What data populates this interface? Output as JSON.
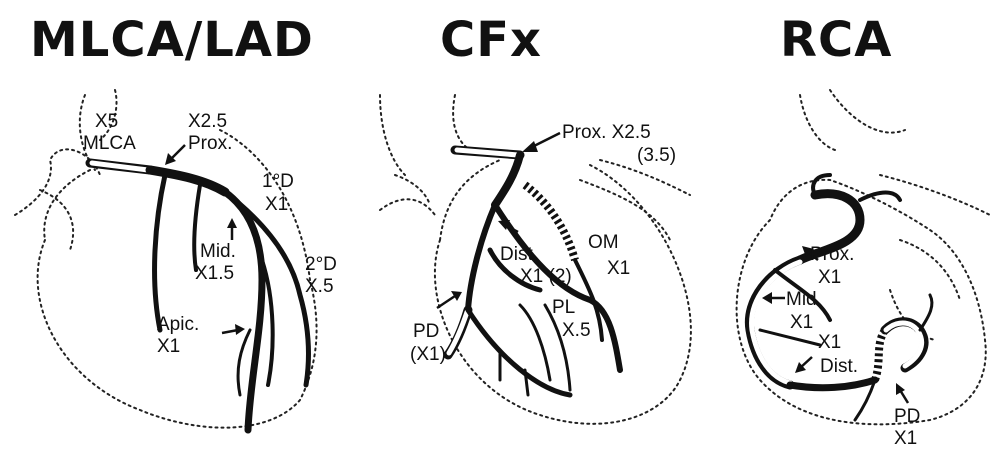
{
  "panels": [
    {
      "title": "MLCA/LAD",
      "labels": {
        "mlca_mult": "X5",
        "mlca": "MLCA",
        "prox_mult": "X2.5",
        "prox": "Prox.",
        "d1": "1°D",
        "d1_mult": "X1",
        "mid": "Mid.",
        "mid_mult": "X1.5",
        "d2": "2°D",
        "d2_mult": "X.5",
        "apic": "Apic.",
        "apic_mult": "X1"
      }
    },
    {
      "title": "CFx",
      "labels": {
        "prox": "Prox. X2.5",
        "prox_alt": "(3.5)",
        "dist": "Dist.",
        "dist_mult": "X1 (2)",
        "om": "OM",
        "om_mult": "X1",
        "pl": "PL",
        "pl_mult": "X.5",
        "pd": "PD",
        "pd_mult": "(X1)"
      }
    },
    {
      "title": "RCA",
      "labels": {
        "prox": "Prox.",
        "prox_mult": "X1",
        "mid": "Mid.",
        "mid_mult": "X1",
        "x1": "X1",
        "dist": "Dist.",
        "pd": "PD",
        "pd_mult": "X1"
      }
    }
  ]
}
